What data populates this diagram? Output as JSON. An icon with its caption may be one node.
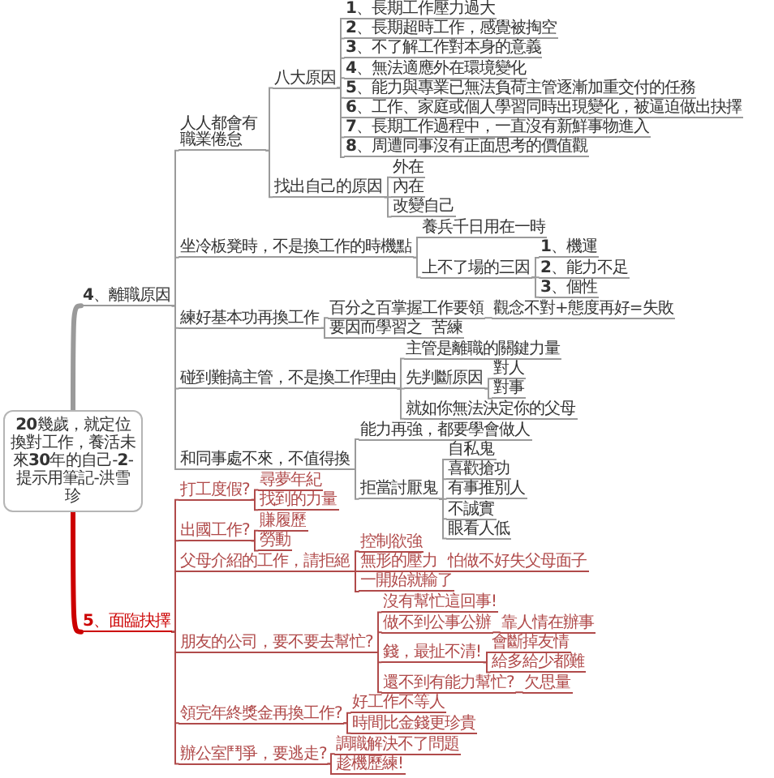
{
  "diagram": {
    "nodes": [
      {
        "text": [
          "**20**幾歲，就定位換對工作，養活未來**30**年的自己-**2**-提示用筆記-洪雪珍"
        ]
      },
      {
        "text": [
          "**4**、離職原因"
        ]
      },
      {
        "text": [
          "人人都會有職業倦怠"
        ]
      },
      {
        "text": [
          "八大原因"
        ]
      },
      {
        "text": [
          "**1**、長期工作壓力過大"
        ]
      },
      {
        "text": [
          "**2**、長期超時工作，感覺被掏空"
        ]
      },
      {
        "text": [
          "**3**、不了解工作對本身的意義"
        ]
      },
      {
        "text": [
          "**4**、無法適應外在環境變化"
        ]
      },
      {
        "text": [
          "**5**、能力與專業已無法負荷主管逐漸加重交付的任務"
        ]
      },
      {
        "text": [
          "**6**、工作、家庭或個人學習同時出現變化，被逼迫做出抉擇"
        ]
      },
      {
        "text": [
          "**7**、長期工作過程中，一直沒有新鮮事物進入"
        ]
      },
      {
        "text": [
          "**8**、周遭同事沒有正面思考的價值觀"
        ]
      },
      {
        "text": [
          "找出自己的原因"
        ]
      },
      {
        "text": [
          "外在"
        ]
      },
      {
        "text": [
          "內在"
        ]
      },
      {
        "text": [
          "改變自己"
        ]
      },
      {
        "text": [
          "坐冷板凳時，不是換工作的時機點"
        ]
      },
      {
        "text": [
          "養兵千日用在一時"
        ]
      },
      {
        "text": [
          "上不了場的三因"
        ]
      },
      {
        "text": [
          "**1**、機運"
        ]
      },
      {
        "text": [
          "**2**、能力不足"
        ]
      },
      {
        "text": [
          "**3**、個性"
        ]
      },
      {
        "text": [
          "練好基本功再換工作"
        ]
      },
      {
        "text": [
          "百分之百掌握工作要領"
        ]
      },
      {
        "text": [
          "觀念不對+態度再好=失敗"
        ]
      },
      {
        "text": [
          "要因而學習之"
        ]
      },
      {
        "text": [
          "苦練"
        ]
      },
      {
        "text": [
          "碰到難搞主管，不是換工作理由"
        ]
      },
      {
        "text": [
          "主管是離職的關鍵力量"
        ]
      },
      {
        "text": [
          "先判斷原因"
        ]
      },
      {
        "text": [
          "對人"
        ]
      },
      {
        "text": [
          "對事"
        ]
      },
      {
        "text": [
          "就如你無法決定你的父母"
        ]
      },
      {
        "text": [
          "和同事處不來，不值得換"
        ]
      },
      {
        "text": [
          "能力再強，都要學會做人"
        ]
      },
      {
        "text": [
          "拒當討厭鬼"
        ]
      },
      {
        "text": [
          "自私鬼"
        ]
      },
      {
        "text": [
          "喜歡搶功"
        ]
      },
      {
        "text": [
          "有事推別人"
        ]
      },
      {
        "text": [
          "不誠實"
        ]
      },
      {
        "text": [
          "眼看人低"
        ]
      },
      {
        "text": [
          "**5**、面臨抉擇"
        ]
      },
      {
        "text": [
          "打工度假?"
        ]
      },
      {
        "text": [
          "尋夢年紀"
        ]
      },
      {
        "text": [
          "找到的力量"
        ]
      },
      {
        "text": [
          "出國工作?"
        ]
      },
      {
        "text": [
          "賺履歷"
        ]
      },
      {
        "text": [
          "勞動"
        ]
      },
      {
        "text": [
          "父母介紹的工作，請拒絕"
        ]
      },
      {
        "text": [
          "控制欲強"
        ]
      },
      {
        "text": [
          "無形的壓力"
        ]
      },
      {
        "text": [
          "怕做不好失父母面子"
        ]
      },
      {
        "text": [
          "一開始就輸了"
        ]
      },
      {
        "text": [
          "朋友的公司，要不要去幫忙?"
        ]
      },
      {
        "text": [
          "沒有幫忙這回事!"
        ]
      },
      {
        "text": [
          "做不到公事公辦"
        ]
      },
      {
        "text": [
          "靠人情在辦事"
        ]
      },
      {
        "text": [
          "錢，最扯不清!"
        ]
      },
      {
        "text": [
          "會斷掉友情"
        ]
      },
      {
        "text": [
          "給多給少都難"
        ]
      },
      {
        "text": [
          "還不到有能力幫忙?"
        ]
      },
      {
        "text": [
          "欠思量"
        ]
      },
      {
        "text": [
          "領完年終獎金再換工作?"
        ]
      },
      {
        "text": [
          "好工作不等人"
        ]
      },
      {
        "text": [
          "時間比金錢更珍貴"
        ]
      },
      {
        "text": [
          "辦公室鬥爭，要逃走?"
        ]
      },
      {
        "text": [
          "調職解決不了問題"
        ]
      },
      {
        "text": [
          "趁機歷練!"
        ]
      }
    ],
    "edges": [
      {
        "from": 0,
        "to": 1,
        "arrow": "none",
        "style": "thick"
      },
      {
        "from": 1,
        "to": 2,
        "arrow": "none"
      },
      {
        "from": 2,
        "to": 3,
        "arrow": "none"
      },
      {
        "from": 3,
        "to": 4,
        "arrow": "none"
      },
      {
        "from": 3,
        "to": 5,
        "arrow": "none"
      },
      {
        "from": 3,
        "to": 6,
        "arrow": "none"
      },
      {
        "from": 3,
        "to": 7,
        "arrow": "none"
      },
      {
        "from": 3,
        "to": 8,
        "arrow": "none"
      },
      {
        "from": 3,
        "to": 9,
        "arrow": "none"
      },
      {
        "from": 3,
        "to": 10,
        "arrow": "none"
      },
      {
        "from": 3,
        "to": 11,
        "arrow": "none"
      },
      {
        "from": 2,
        "to": 12,
        "arrow": "none"
      },
      {
        "from": 12,
        "to": 13,
        "arrow": "none"
      },
      {
        "from": 12,
        "to": 14,
        "arrow": "none"
      },
      {
        "from": 12,
        "to": 15,
        "arrow": "none"
      },
      {
        "from": 1,
        "to": 16,
        "arrow": "none"
      },
      {
        "from": 16,
        "to": 17,
        "arrow": "none"
      },
      {
        "from": 16,
        "to": 18,
        "arrow": "none"
      },
      {
        "from": 18,
        "to": 19,
        "arrow": "none"
      },
      {
        "from": 18,
        "to": 20,
        "arrow": "none"
      },
      {
        "from": 18,
        "to": 21,
        "arrow": "none"
      },
      {
        "from": 1,
        "to": 22,
        "arrow": "none"
      },
      {
        "from": 22,
        "to": 23,
        "arrow": "none"
      },
      {
        "from": 23,
        "to": 24,
        "arrow": "none"
      },
      {
        "from": 22,
        "to": 25,
        "arrow": "none"
      },
      {
        "from": 25,
        "to": 26,
        "arrow": "none"
      },
      {
        "from": 1,
        "to": 27,
        "arrow": "none"
      },
      {
        "from": 27,
        "to": 28,
        "arrow": "none"
      },
      {
        "from": 27,
        "to": 29,
        "arrow": "none"
      },
      {
        "from": 29,
        "to": 30,
        "arrow": "none"
      },
      {
        "from": 29,
        "to": 31,
        "arrow": "none"
      },
      {
        "from": 27,
        "to": 32,
        "arrow": "none"
      },
      {
        "from": 1,
        "to": 33,
        "arrow": "none"
      },
      {
        "from": 33,
        "to": 34,
        "arrow": "none"
      },
      {
        "from": 33,
        "to": 35,
        "arrow": "none"
      },
      {
        "from": 35,
        "to": 36,
        "arrow": "none"
      },
      {
        "from": 35,
        "to": 37,
        "arrow": "none"
      },
      {
        "from": 35,
        "to": 38,
        "arrow": "none"
      },
      {
        "from": 35,
        "to": 39,
        "arrow": "none"
      },
      {
        "from": 35,
        "to": 40,
        "arrow": "none"
      },
      {
        "from": 0,
        "to": 41,
        "arrow": "none",
        "style": "thick",
        "color": "#cc0000"
      },
      {
        "from": 41,
        "to": 42,
        "arrow": "none",
        "color": "#b04a4a"
      },
      {
        "from": 42,
        "to": 43,
        "arrow": "none",
        "color": "#b04a4a"
      },
      {
        "from": 42,
        "to": 44,
        "arrow": "none",
        "color": "#b04a4a"
      },
      {
        "from": 41,
        "to": 45,
        "arrow": "none",
        "color": "#b04a4a"
      },
      {
        "from": 45,
        "to": 46,
        "arrow": "none",
        "color": "#b04a4a"
      },
      {
        "from": 45,
        "to": 47,
        "arrow": "none",
        "color": "#b04a4a"
      },
      {
        "from": 41,
        "to": 48,
        "arrow": "none",
        "color": "#b04a4a"
      },
      {
        "from": 48,
        "to": 49,
        "arrow": "none",
        "color": "#b04a4a"
      },
      {
        "from": 48,
        "to": 50,
        "arrow": "none",
        "color": "#b04a4a"
      },
      {
        "from": 50,
        "to": 51,
        "arrow": "none",
        "color": "#b04a4a"
      },
      {
        "from": 48,
        "to": 52,
        "arrow": "none",
        "color": "#b04a4a"
      },
      {
        "from": 41,
        "to": 53,
        "arrow": "none",
        "color": "#b04a4a"
      },
      {
        "from": 53,
        "to": 54,
        "arrow": "none",
        "color": "#b04a4a"
      },
      {
        "from": 53,
        "to": 55,
        "arrow": "none",
        "color": "#b04a4a"
      },
      {
        "from": 55,
        "to": 56,
        "arrow": "none",
        "color": "#b04a4a"
      },
      {
        "from": 53,
        "to": 57,
        "arrow": "none",
        "color": "#b04a4a"
      },
      {
        "from": 57,
        "to": 58,
        "arrow": "none",
        "color": "#b04a4a"
      },
      {
        "from": 57,
        "to": 59,
        "arrow": "none",
        "color": "#b04a4a"
      },
      {
        "from": 53,
        "to": 60,
        "arrow": "none",
        "color": "#b04a4a"
      },
      {
        "from": 60,
        "to": 61,
        "arrow": "none",
        "color": "#b04a4a"
      },
      {
        "from": 41,
        "to": 62,
        "arrow": "none",
        "color": "#b04a4a"
      },
      {
        "from": 62,
        "to": 63,
        "arrow": "none",
        "color": "#b04a4a"
      },
      {
        "from": 62,
        "to": 64,
        "arrow": "none",
        "color": "#b04a4a"
      },
      {
        "from": 41,
        "to": 65,
        "arrow": "none",
        "color": "#b04a4a"
      },
      {
        "from": 65,
        "to": 66,
        "arrow": "none",
        "color": "#b04a4a"
      },
      {
        "from": 65,
        "to": 67,
        "arrow": "none",
        "color": "#b04a4a"
      }
    ]
  }
}
